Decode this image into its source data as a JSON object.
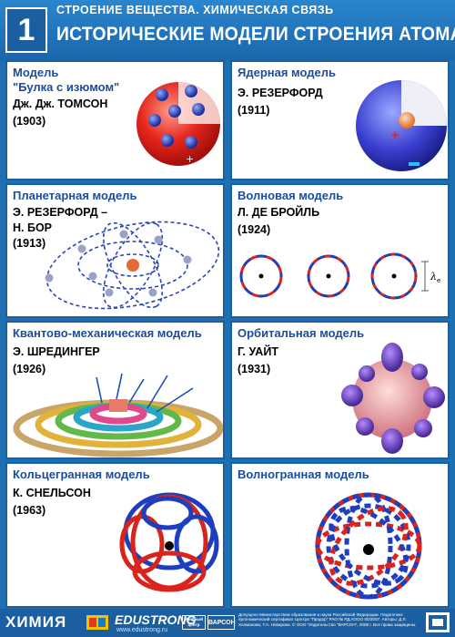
{
  "header": {
    "number": "1",
    "subtitle": "СТРОЕНИЕ ВЕЩЕСТВА. ХИМИЧЕСКАЯ СВЯЗЬ",
    "title": "ИСТОРИЧЕСКИЕ МОДЕЛИ СТРОЕНИЯ АТОМА"
  },
  "panels": [
    {
      "title": "Модель",
      "title2": "\"Булка с изюмом\"",
      "author": "Дж. Дж. ТОМСОН",
      "year": "(1903)"
    },
    {
      "title": "Ядерная модель",
      "author": "Э. РЕЗЕРФОРД",
      "year": "(1911)"
    },
    {
      "title": "Планетарная модель",
      "author": "Э. РЕЗЕРФОРД –",
      "author2": "Н. БОР",
      "year": "(1913)"
    },
    {
      "title": "Волновая модель",
      "author": "Л. ДЕ БРОЙЛЬ",
      "year": "(1924)"
    },
    {
      "title": "Квантово-механическая модель",
      "author": "Э. ШРЕДИНГЕР",
      "year": "(1926)"
    },
    {
      "title": "Орбитальная модель",
      "author": "Г. УАЙТ",
      "year": "(1931)"
    },
    {
      "title": "Кольцегранная модель",
      "author": "К. СНЕЛЬСОН",
      "year": "(1963)"
    },
    {
      "title": "Волногранная модель"
    }
  ],
  "wave_label": "λ",
  "wave_label_sub": "e",
  "footer": {
    "subject": "ХИМИЯ",
    "publisher": "EDUSTRONG",
    "site": "www.edustrong.ru",
    "badge1": "Учебный центр",
    "badge2": "ВАРСОН",
    "fine_print": "Допущено Министерством образования и науки Российской Федерации. Педагогико-ергономический сертификат Центра \"Продор\" РАО № РД.АООО 00/2007. Авторы: Д.Л. Холманова, Т.А. Новарова. © ООО \"Издательство \"ВАРСОН\", 2008 г. Все права защищены."
  },
  "colors": {
    "accent": "#1b5fa0",
    "title_text": "#1a4d9c",
    "red": "#d9231b",
    "blue": "#1d3fbf"
  }
}
